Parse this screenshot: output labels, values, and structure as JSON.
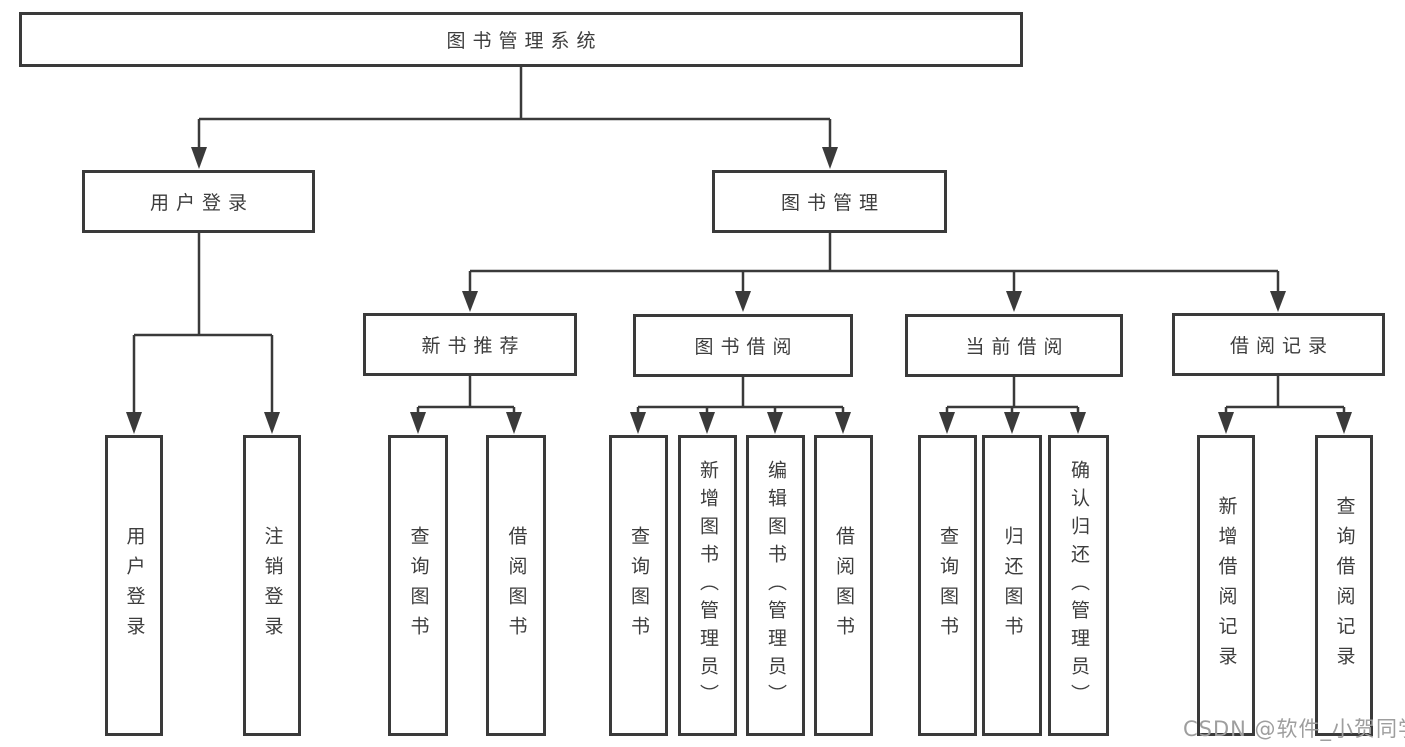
{
  "tree": {
    "label": "图书管理系统",
    "children": [
      {
        "label": "用户登录",
        "children": [
          {
            "label": "用户登录"
          },
          {
            "label": "注销登录"
          }
        ]
      },
      {
        "label": "图书管理",
        "children": [
          {
            "label": "新书推荐",
            "children": [
              {
                "label": "查询图书"
              },
              {
                "label": "借阅图书"
              }
            ]
          },
          {
            "label": "图书借阅",
            "children": [
              {
                "label": "查询图书"
              },
              {
                "label": "新增图书（管理员）"
              },
              {
                "label": "编辑图书（管理员）"
              },
              {
                "label": "借阅图书"
              }
            ]
          },
          {
            "label": "当前借阅",
            "children": [
              {
                "label": "查询图书"
              },
              {
                "label": "归还图书"
              },
              {
                "label": "确认归还（管理员）"
              }
            ]
          },
          {
            "label": "借阅记录",
            "children": [
              {
                "label": "新增借阅记录"
              },
              {
                "label": "查询借阅记录"
              }
            ]
          }
        ]
      }
    ]
  },
  "watermark": {
    "text": "CSDN @软件_小贺同学"
  },
  "colors": {
    "line": "#3a3a3a",
    "box_border": "#3a3a3a",
    "box_background": "#ffffff",
    "text": "#3d3d3d",
    "watermark": "#9e9e9e"
  }
}
